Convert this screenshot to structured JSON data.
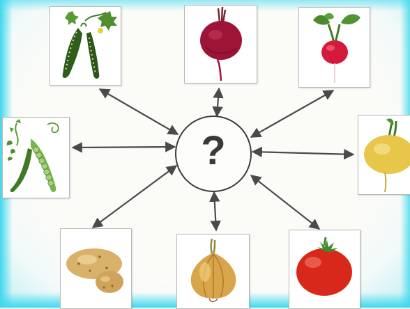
{
  "center": {
    "symbol": "?"
  },
  "cards": [
    {
      "id": "cucumber",
      "icon": "cucumber-icon"
    },
    {
      "id": "beet",
      "icon": "beet-icon"
    },
    {
      "id": "radish",
      "icon": "radish-icon"
    },
    {
      "id": "peas",
      "icon": "peas-icon"
    },
    {
      "id": "turnip",
      "icon": "turnip-icon"
    },
    {
      "id": "potato",
      "icon": "potato-icon"
    },
    {
      "id": "onion",
      "icon": "onion-icon"
    },
    {
      "id": "tomato",
      "icon": "tomato-icon"
    }
  ],
  "colors": {
    "arrow": "#4a4a4a",
    "frame_glow": "#3fd8ee",
    "beet": "#9e1436",
    "tomato": "#d8281c",
    "leaf": "#3f8a2a"
  }
}
